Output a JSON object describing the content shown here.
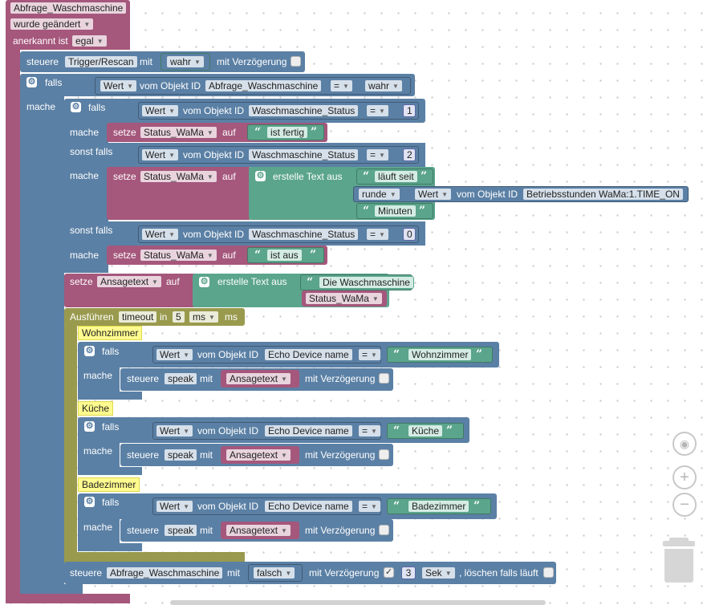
{
  "trigger": {
    "object_id": "Abfrage_Waschmaschine",
    "event": "wurde geändert",
    "ack_label": "anerkannt ist",
    "ack_value": "egal"
  },
  "labels": {
    "steuere": "steuere",
    "mit": "mit",
    "mit_verzoegerung": "mit Verzögerung",
    "falls": "falls",
    "mache": "mache",
    "sonst_falls": "sonst falls",
    "setze": "setze",
    "auf": "auf",
    "wert": "Wert",
    "vom_objekt_id": "vom Objekt ID",
    "erstelle_text_aus": "erstelle Text aus",
    "ausfuehren": "Ausführen",
    "in": "in",
    "ms": "ms",
    "sek": "Sek",
    "loeschen_falls_laeuft": ", löschen falls läuft",
    "eq": "=",
    "runde": "runde"
  },
  "control_trigger": {
    "target": "Trigger/Rescan",
    "value": "wahr"
  },
  "outer_if": {
    "object_id": "Abfrage_Waschmaschine",
    "compare_value": "wahr"
  },
  "status_object_id": "Waschmaschine_Status",
  "status_var": "Status_WaMa",
  "branch1": {
    "number": "1",
    "text": "ist fertig"
  },
  "branch2": {
    "number": "2",
    "text_a": "läuft seit",
    "object_id": "Betriebsstunden WaMa:1.TIME_ON",
    "text_b": "Minuten"
  },
  "branch3": {
    "number": "0",
    "text": "ist aus"
  },
  "ansage": {
    "var": "Ansagetext",
    "text": "Die Waschmaschine",
    "var2": "Status_WaMa"
  },
  "timeout": {
    "name": "timeout",
    "value": "5",
    "unit": "ms"
  },
  "echo_object_id": "Echo Device name",
  "rooms": [
    {
      "comment": "Wohnzimmer",
      "room": "Wohnzimmer",
      "target": "speak",
      "var": "Ansagetext"
    },
    {
      "comment": "Küche",
      "room": "Küche",
      "target": "speak",
      "var": "Ansagetext"
    },
    {
      "comment": "Badezimmer",
      "room": "Badezimmer",
      "target": "speak",
      "var": "Ansagetext"
    }
  ],
  "final_control": {
    "target": "Abfrage_Waschmaschine",
    "value": "falsch",
    "delay_checked": true,
    "delay": "3",
    "unit": "Sek",
    "clear_checked": false
  },
  "icons": {
    "gear": "gear-icon",
    "quote": "quote-icon",
    "trash": "trash-icon",
    "zoom_in": "zoom-in-icon",
    "zoom_out": "zoom-out-icon",
    "recenter": "recenter-icon"
  },
  "colors": {
    "event_block": "#a5577c",
    "logic_block": "#5b80a5",
    "text_block": "#5ba58c",
    "timer_block": "#999a4d",
    "comment": "#fffb8f"
  }
}
